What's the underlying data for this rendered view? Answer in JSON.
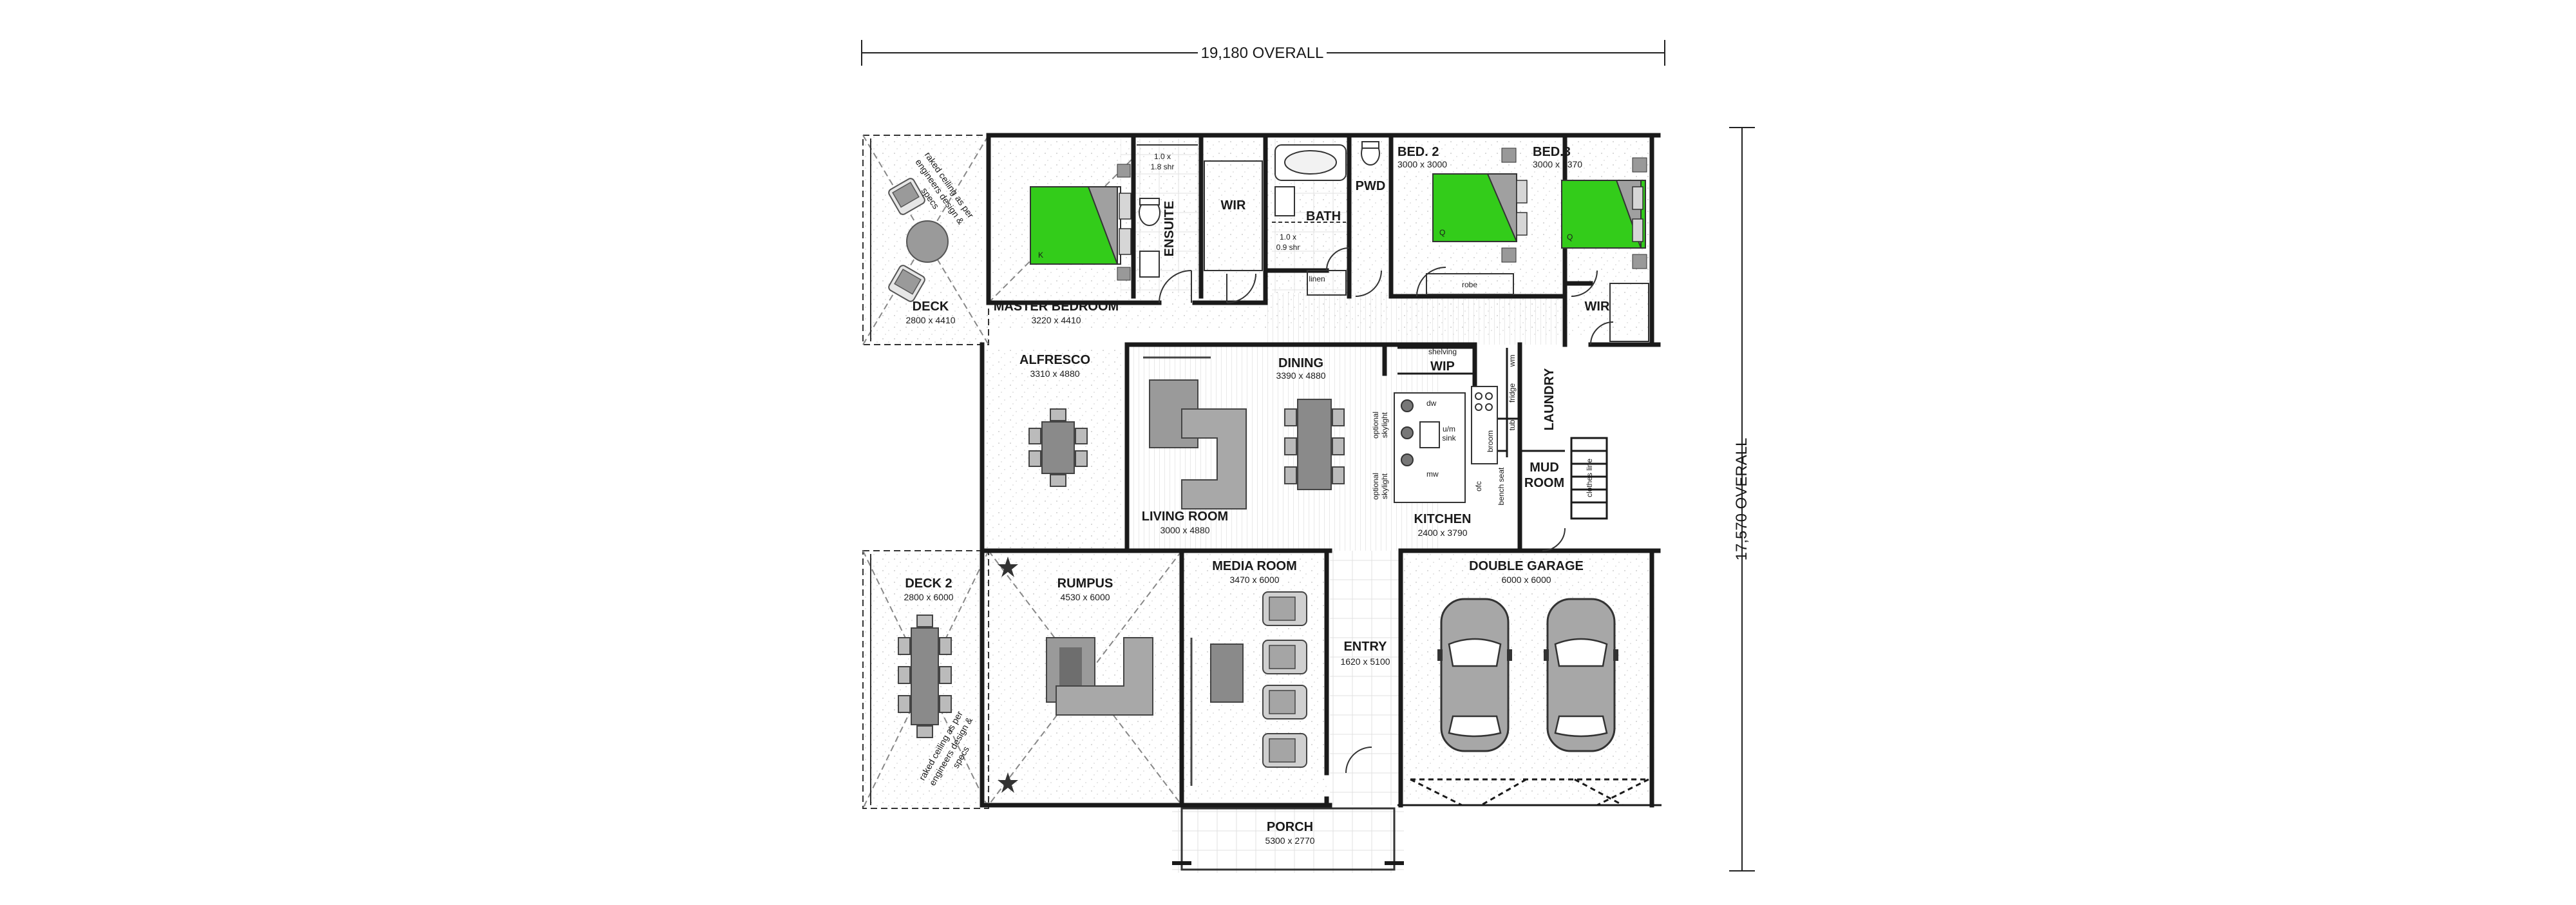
{
  "dimensions": {
    "overall_width": "19,180 OVERALL",
    "overall_depth": "17,570 OVERALL"
  },
  "rooms": {
    "deck": {
      "name": "DECK",
      "size": "2800 x 4410"
    },
    "master_bedroom": {
      "name": "MASTER BEDROOM",
      "size": "3220 x 4410"
    },
    "ensuite": {
      "name": "ENSUITE"
    },
    "ensuite_shower": {
      "line1": "1.0 x",
      "line2": "1.8 shr"
    },
    "wir_master": {
      "name": "WIR"
    },
    "bath": {
      "name": "BATH"
    },
    "bath_shower": {
      "line1": "1.0 x",
      "line2": "0.9 shr"
    },
    "linen": {
      "name": "linen"
    },
    "pwd": {
      "name": "PWD"
    },
    "bed2": {
      "name": "BED. 2",
      "size": "3000 x 3000"
    },
    "robe": {
      "name": "robe"
    },
    "bed3": {
      "name": "BED.3",
      "size": "3000 x 3370"
    },
    "wir_bed3": {
      "name": "WIR"
    },
    "alfresco": {
      "name": "ALFRESCO",
      "size": "3310 x 4880"
    },
    "dining": {
      "name": "DINING",
      "size": "3390 x 4880"
    },
    "living_room": {
      "name": "LIVING ROOM",
      "size": "3000 x 4880"
    },
    "kitchen": {
      "name": "KITCHEN",
      "size": "2400 x 3790"
    },
    "wip": {
      "name": "WIP",
      "shelving": "shelving"
    },
    "laundry": {
      "name": "LAUNDRY"
    },
    "mud_room": {
      "name": "MUD",
      "name2": "ROOM"
    },
    "clothes_line": {
      "name": "clothes line"
    },
    "deck2": {
      "name": "DECK 2",
      "size": "2800 x 6000"
    },
    "rumpus": {
      "name": "RUMPUS",
      "size": "4530 x 6000"
    },
    "media_room": {
      "name": "MEDIA ROOM",
      "size": "3470 x 6000"
    },
    "entry": {
      "name": "ENTRY",
      "size": "1620 x 5100"
    },
    "double_garage": {
      "name": "DOUBLE GARAGE",
      "size": "6000 x 6000"
    },
    "porch": {
      "name": "PORCH",
      "size": "5300 x 2770"
    }
  },
  "notes": {
    "ceiling_top": [
      "raked ceiling as per",
      "engineers design &",
      "specs"
    ],
    "ceiling_bottom": [
      "raked ceiling as per",
      "engineers design &",
      "specs"
    ],
    "skylight": [
      "optional",
      "skylight"
    ],
    "sink": [
      "u/m",
      "sink"
    ],
    "dw": "dw",
    "mw": "mw",
    "fridge": "fridge",
    "broom": "broom",
    "ofc": "ofc",
    "tub": "tub",
    "wm": "wm",
    "bench_seat": "bench seat",
    "bed_master": "K",
    "bed_q2": "Q",
    "bed_q3": "Q"
  },
  "colors": {
    "bed": "#33cc1a",
    "wall": "#1a1a1a",
    "furniture": "#8c8c8c"
  }
}
